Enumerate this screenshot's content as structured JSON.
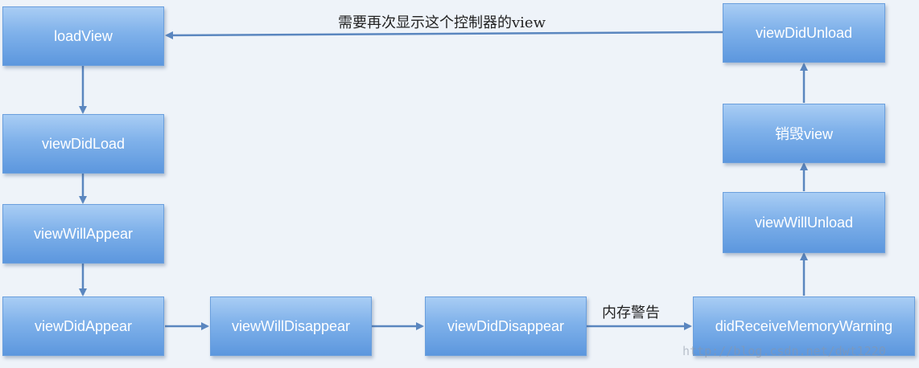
{
  "nodes": {
    "load_view": "loadView",
    "view_did_load": "viewDidLoad",
    "view_will_appear": "viewWillAppear",
    "view_did_appear": "viewDidAppear",
    "view_will_disappear": "viewWillDisappear",
    "view_did_disappear": "viewDidDisappear",
    "did_receive_memory_warning": "didReceiveMemoryWarning",
    "view_will_unload": "viewWillUnload",
    "destroy_view": "销毁view",
    "view_did_unload": "viewDidUnload"
  },
  "edge_labels": {
    "memory_warning": "内存警告",
    "reload_view": "需要再次显示这个控制器的view"
  },
  "watermark": "http://blog.csdn.net/dwt1220",
  "colors": {
    "node_top": "#a9cdf4",
    "node_bottom": "#5c97de",
    "arrow": "#5a86bf",
    "background": "#eef3f9"
  }
}
